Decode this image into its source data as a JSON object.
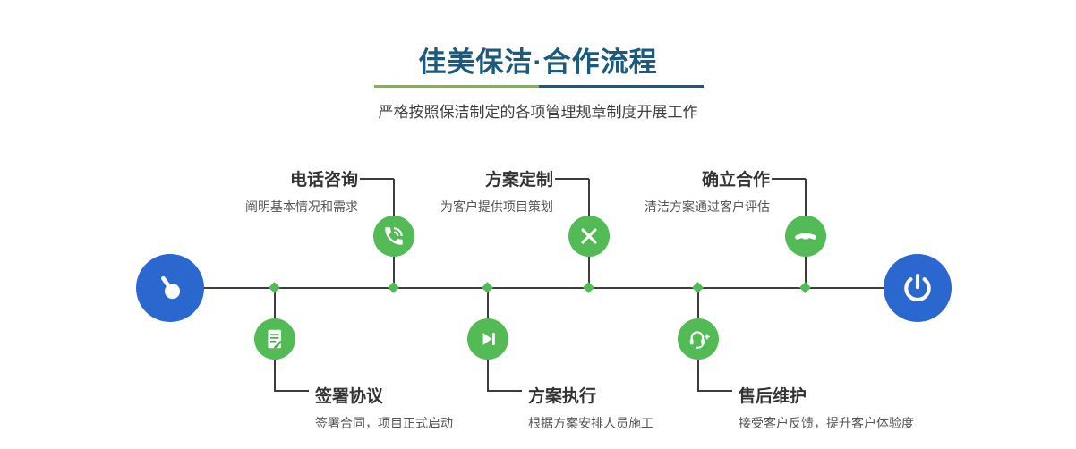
{
  "header": {
    "title": "佳美保洁·合作流程",
    "subtitle": "严格按照保洁制定的各项管理规章制度开展工作"
  },
  "colors": {
    "title_blue": "#1b5a7d",
    "divider_green": "#7cb93e",
    "divider_blue": "#1b5a7d",
    "step_green": "#52bb56",
    "endpoint_blue": "#2a68d0",
    "line_gray": "#3d3d3d"
  },
  "flow": {
    "start_icon": "pointer-hand-icon",
    "end_icon": "power-icon",
    "steps_top": [
      {
        "title": "电话咨询",
        "desc": "阐明基本情况和需求",
        "icon": "phone-icon"
      },
      {
        "title": "方案定制",
        "desc": "为客户提供项目策划",
        "icon": "design-tools-icon"
      },
      {
        "title": "确立合作",
        "desc": "清洁方案通过客户评估",
        "icon": "handshake-icon"
      }
    ],
    "steps_bottom": [
      {
        "title": "签署协议",
        "desc": "签署合同，项目正式启动",
        "icon": "contract-icon"
      },
      {
        "title": "方案执行",
        "desc": "根据方案安排人员施工",
        "icon": "play-icon"
      },
      {
        "title": "售后维护",
        "desc": "接受客户反馈，提升客户体验度",
        "icon": "headset-icon"
      }
    ]
  }
}
